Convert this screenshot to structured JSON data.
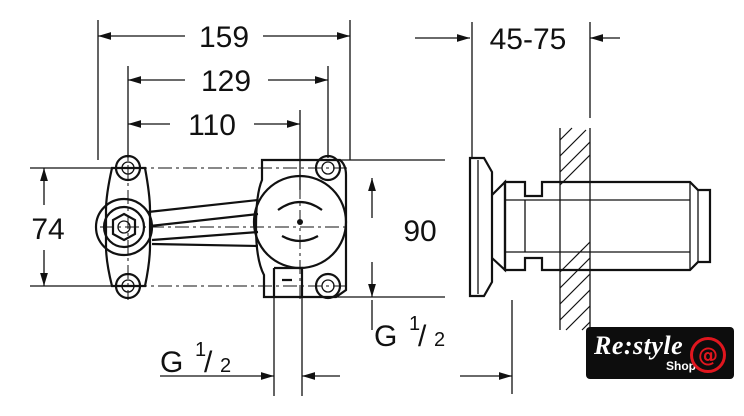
{
  "dimensions": {
    "width_overall": "159",
    "width_mid": "129",
    "width_inner": "110",
    "height_left": "74",
    "height_right": "90",
    "depth": "45-75"
  },
  "threads": {
    "left_G": "G",
    "left_num": "1",
    "left_den": "2",
    "right_G": "G",
    "right_num": "1",
    "right_den": "2"
  },
  "logo": {
    "brand": "Re:style",
    "sub": "Shop"
  },
  "colors": {
    "line": "#111111",
    "logo_bg": "#0d0d0d",
    "logo_accent": "#e0161e"
  }
}
